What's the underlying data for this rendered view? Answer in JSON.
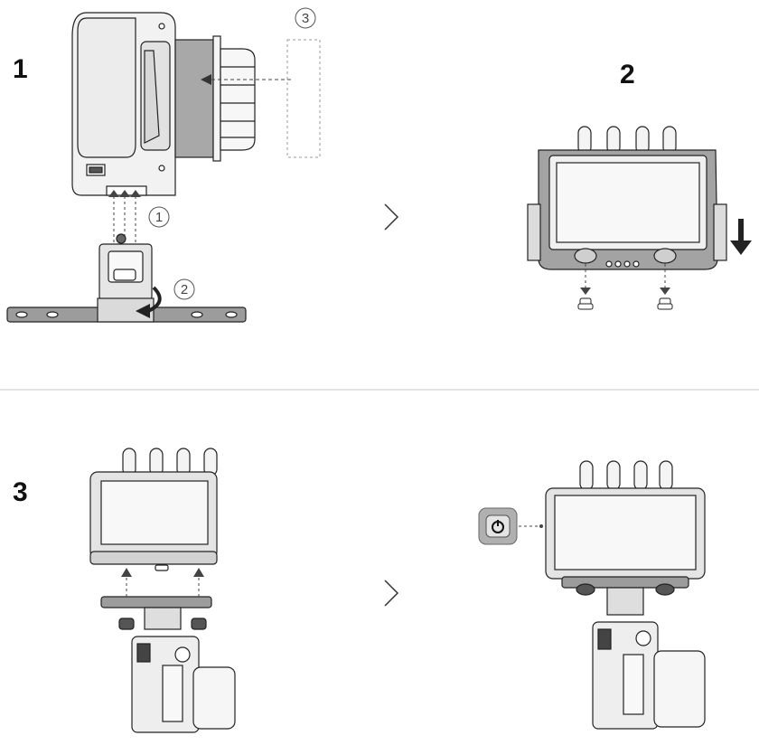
{
  "steps": {
    "step1": "1",
    "step2": "2",
    "step3": "3"
  },
  "sub_steps": {
    "s1": "1",
    "s2": "2",
    "s3": "3"
  },
  "icons": {
    "next": "chevron-right-icon",
    "power": "power-icon",
    "down": "arrow-down-icon"
  },
  "colors": {
    "line": "#222222",
    "body_gray": "#e9e9e9",
    "dark_gray": "#7a7a7a",
    "divider": "#c8c8c8"
  }
}
